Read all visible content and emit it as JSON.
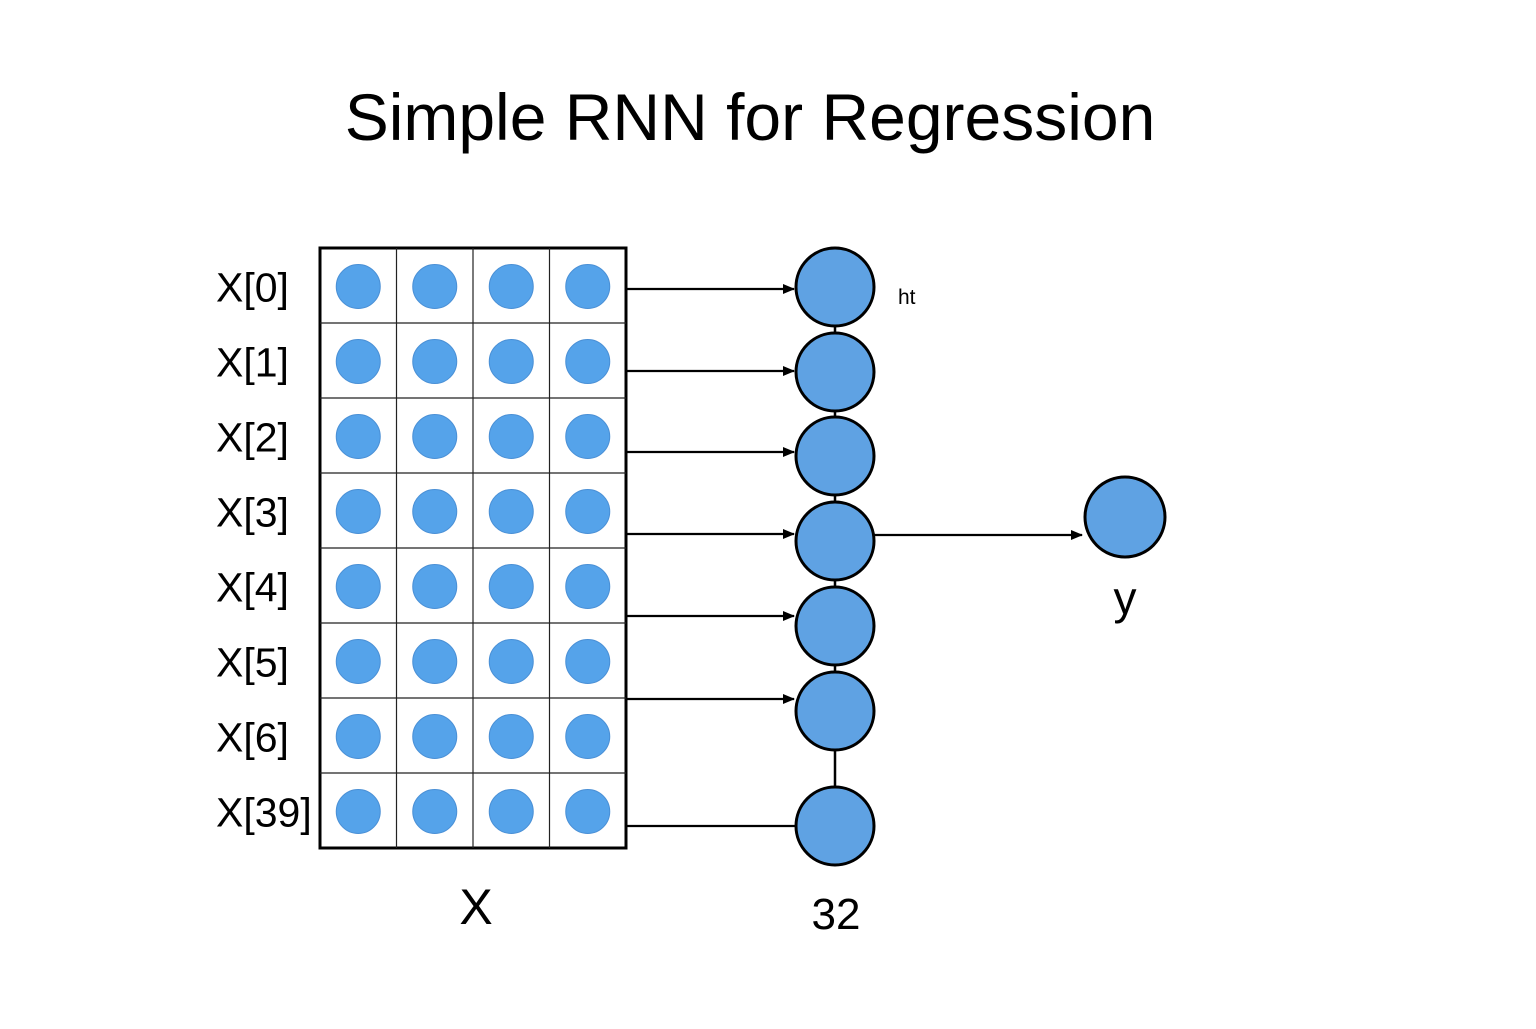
{
  "title": "Simple RNN for Regression",
  "input_matrix": {
    "row_labels": [
      "X[0]",
      "X[1]",
      "X[2]",
      "X[3]",
      "X[4]",
      "X[5]",
      "X[6]",
      "X[39]"
    ],
    "columns": 4,
    "caption": "X"
  },
  "hidden_layer": {
    "state_label": "ht",
    "units": 7,
    "caption": "32"
  },
  "output": {
    "label": "y"
  },
  "colors": {
    "node_fill": "#5fa2e3",
    "cell_dot_fill": "#55a3ea",
    "stroke": "#000000",
    "background": "#ffffff"
  }
}
